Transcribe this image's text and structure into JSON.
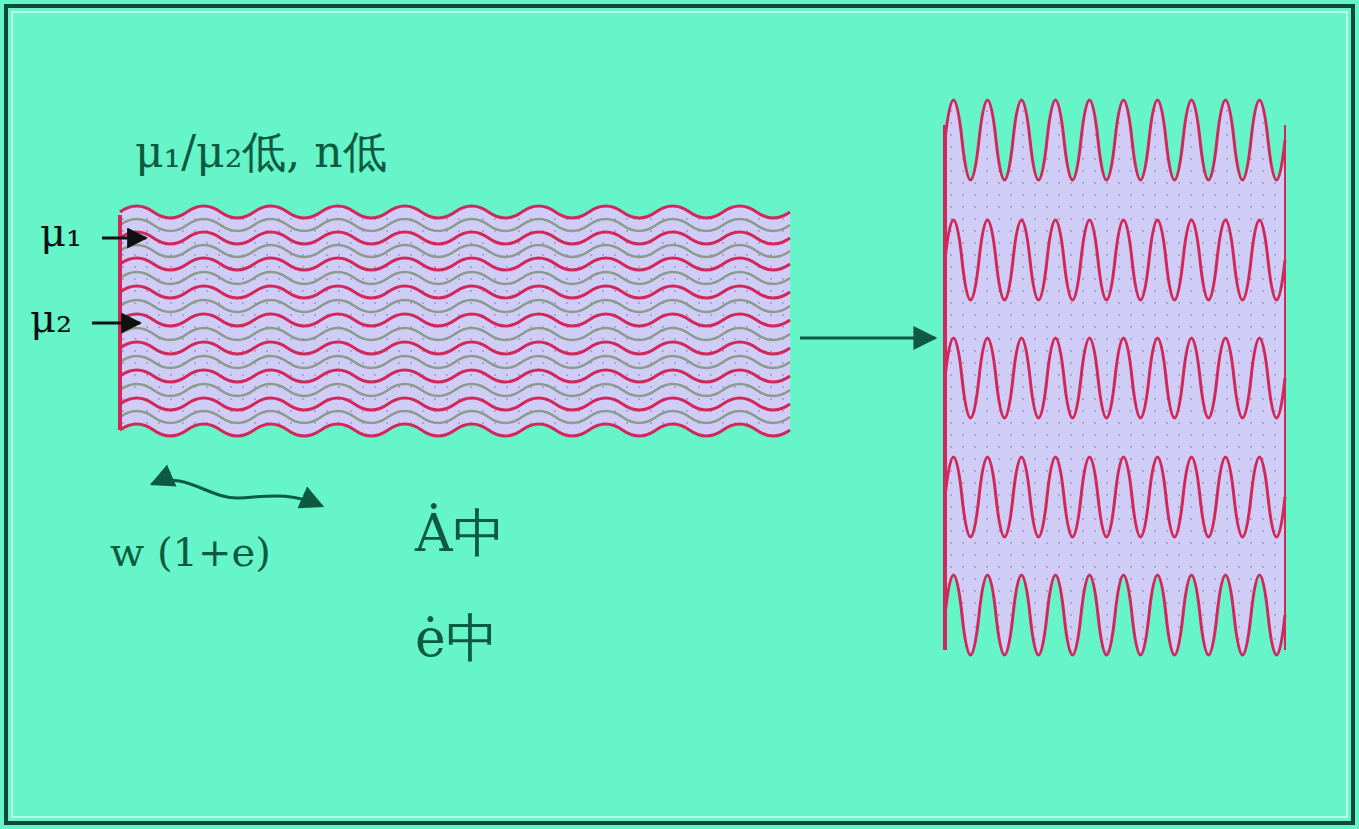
{
  "diagram": {
    "labels": [
      "μ₁/μ₂低, n低",
      "μ₁",
      "μ₂",
      "w (1+e)",
      "Ȧ中",
      "ė中"
    ]
  }
}
